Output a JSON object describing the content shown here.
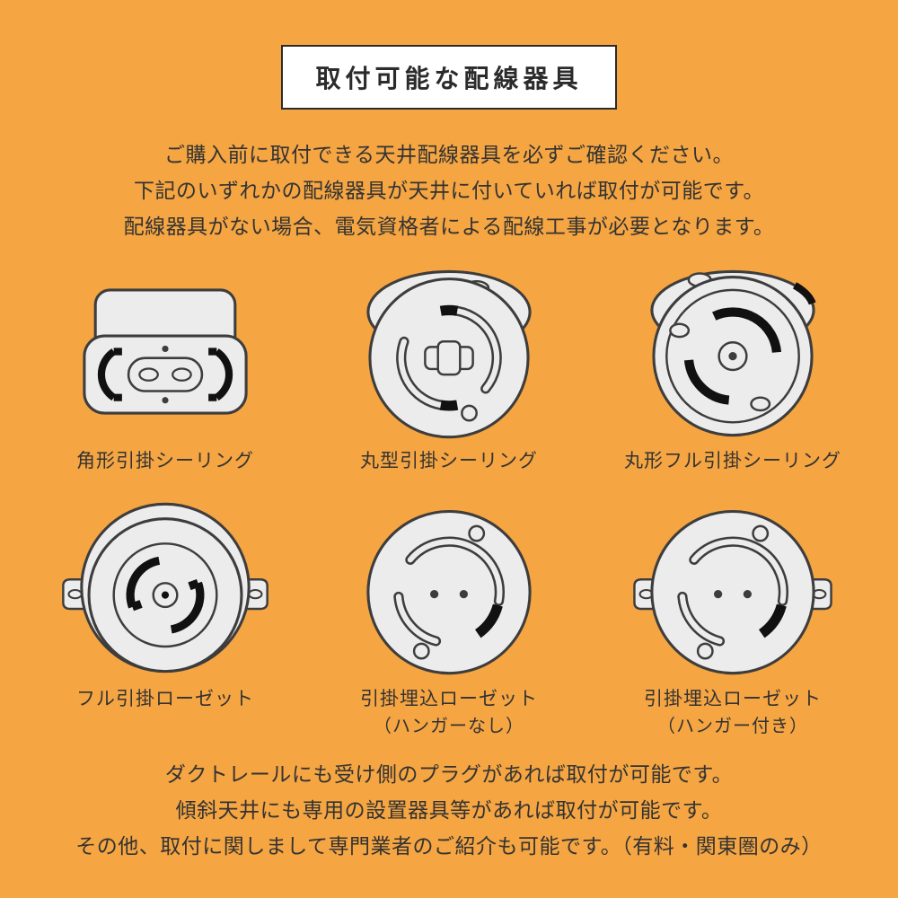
{
  "page": {
    "colors": {
      "background": "#F5A542",
      "text": "#333333",
      "fixture_fill": "#ECECEC",
      "fixture_stroke": "#3D3D3D",
      "fixture_black": "#111111",
      "title_box_bg": "#FFFFFF"
    },
    "title": "取付可能な配線器具",
    "intro_lines": [
      "ご購入前に取付できる天井配線器具を必ずご確認ください。",
      "下記のいずれかの配線器具が天井に付いていれば取付が可能です。",
      "配線器具がない場合、電気資格者による配線工事が必要となります。"
    ],
    "fixtures": [
      {
        "label": "角形引掛シーリング",
        "sublabel": ""
      },
      {
        "label": "丸型引掛シーリング",
        "sublabel": ""
      },
      {
        "label": "丸形フル引掛シーリング",
        "sublabel": ""
      },
      {
        "label": "フル引掛ローゼット",
        "sublabel": ""
      },
      {
        "label": "引掛埋込ローゼット",
        "sublabel": "（ハンガーなし）"
      },
      {
        "label": "引掛埋込ローゼット",
        "sublabel": "（ハンガー付き）"
      }
    ],
    "footer_lines": [
      "ダクトレールにも受け側のプラグがあれば取付が可能です。",
      "傾斜天井にも専用の設置器具等があれば取付が可能です。",
      "その他、取付に関しまして専門業者のご紹介も可能です。（有料・関東圏のみ）"
    ]
  }
}
